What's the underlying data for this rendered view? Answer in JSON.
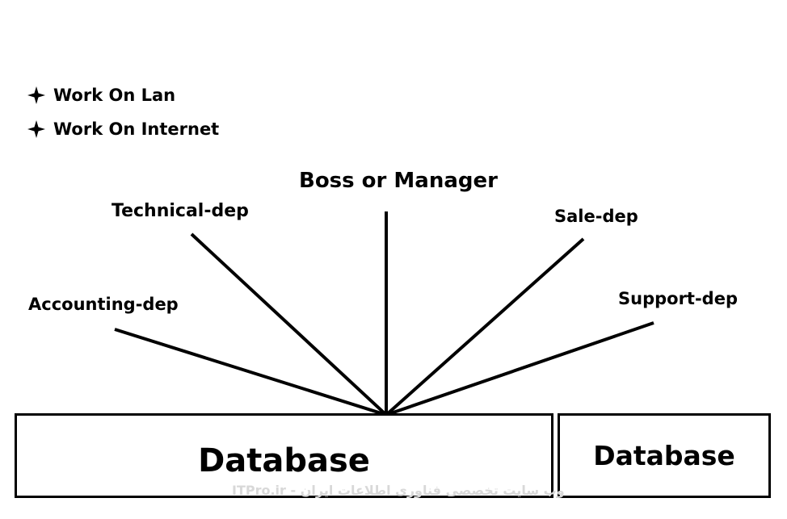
{
  "bullets": [
    {
      "icon": "four-point-star-icon",
      "text": "Work On Lan"
    },
    {
      "icon": "four-point-star-icon",
      "text": "Work On Internet"
    }
  ],
  "nodes": {
    "boss": "Boss or Manager",
    "technical": "Technical-dep",
    "sale": "Sale-dep",
    "accounting": "Accounting-dep",
    "support": "Support-dep"
  },
  "databases": {
    "primary": "Database",
    "secondary": "Database"
  },
  "watermark": "وب سایت تخصصی فناوری اطلاعات ایران - ITPro.ir",
  "colors": {
    "line": "#000000",
    "text": "#000000",
    "watermark": "#d8d8d8"
  }
}
